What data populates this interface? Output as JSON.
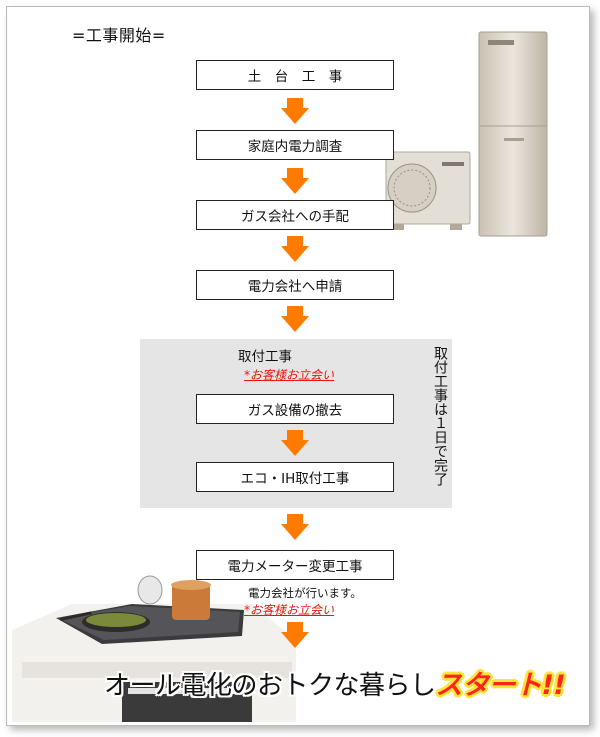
{
  "title": "=工事開始=",
  "steps": {
    "s1": "土　台　工　事",
    "s2": "家庭内電力調査",
    "s3": "ガス会社への手配",
    "s4": "電力会社へ申請",
    "s5": "ガス設備の撤去",
    "s6": "エコ・IH取付工事",
    "s7": "電力メーター変更工事"
  },
  "install_group": {
    "title": "取付工事",
    "note": "*お客様お立会い",
    "side_text": "取付工事は１日で完了"
  },
  "meter": {
    "caption": "電力会社が行います。",
    "note": "*お客様お立会い"
  },
  "banner": {
    "text": "オール電化のおトクな暮らし",
    "emphasis": "スタート!!"
  },
  "colors": {
    "arrow": "#ff7a00",
    "note_red": "#e8180f",
    "gray_panel": "#e5e5e5",
    "banner_emphasis": "#ff2418"
  }
}
